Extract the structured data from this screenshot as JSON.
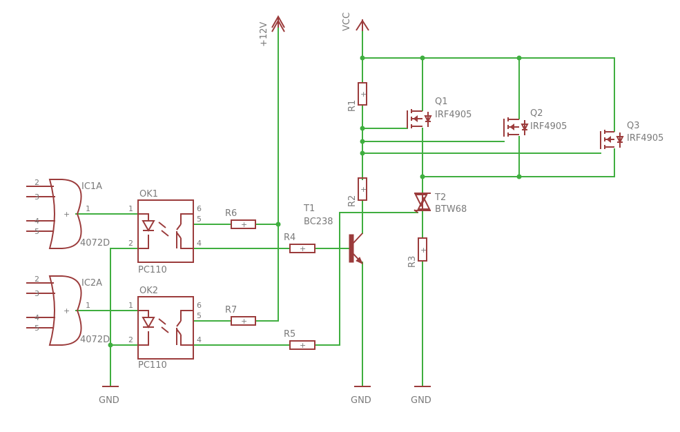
{
  "power": {
    "v12": "+12V",
    "vcc": "VCC",
    "gnd": "GND"
  },
  "gates": {
    "ic1": {
      "ref": "IC1A",
      "value": "4072D",
      "pins": [
        "2",
        "3",
        "4",
        "5"
      ],
      "out_pin": "1"
    },
    "ic2": {
      "ref": "IC2A",
      "value": "4072D",
      "pins": [
        "2",
        "3",
        "4",
        "5"
      ],
      "out_pin": "1"
    }
  },
  "optos": {
    "ok1": {
      "ref": "OK1",
      "value": "PC110",
      "pins": [
        "1",
        "2",
        "6",
        "5",
        "4"
      ]
    },
    "ok2": {
      "ref": "OK2",
      "value": "PC110",
      "pins": [
        "1",
        "2",
        "6",
        "5",
        "4"
      ]
    }
  },
  "resistors": {
    "r1": "R1",
    "r2": "R2",
    "r3": "R3",
    "r4": "R4",
    "r5": "R5",
    "r6": "R6",
    "r7": "R7"
  },
  "transistor": {
    "ref": "T1",
    "value": "BC238"
  },
  "triac": {
    "ref": "T2",
    "value": "BTW68"
  },
  "mosfets": [
    {
      "ref": "Q1",
      "value": "IRF4905"
    },
    {
      "ref": "Q2",
      "value": "IRF4905"
    },
    {
      "ref": "Q3",
      "value": "IRF4905"
    }
  ],
  "colors": {
    "wire": "#3fae3f",
    "part": "#9b3b3b",
    "text": "#7a7a7a"
  }
}
